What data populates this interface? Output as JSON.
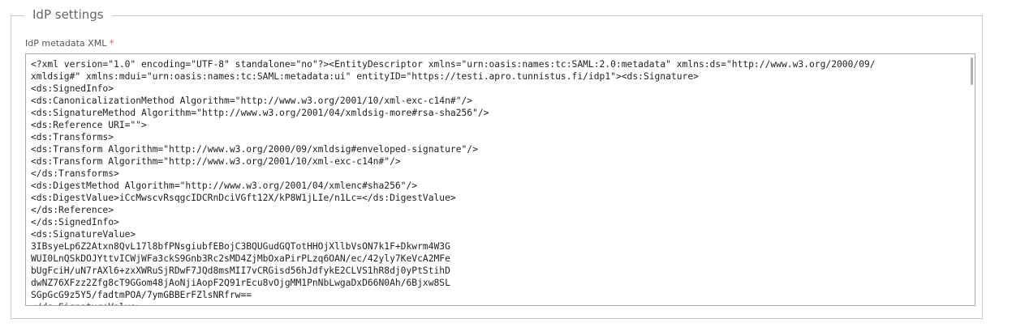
{
  "fieldset": {
    "legend": "IdP settings"
  },
  "metadata_field": {
    "label": "IdP metadata XML",
    "required_mark": "*",
    "lines": [
      "<?xml version=\"1.0\" encoding=\"UTF-8\" standalone=\"no\"?><EntityDescriptor xmlns=\"urn:oasis:names:tc:SAML:2.0:metadata\" xmlns:ds=\"http://www.w3.org/2000/09/",
      "xmldsig#\" xmlns:mdui=\"urn:oasis:names:tc:SAML:metadata:ui\" entityID=\"https://testi.apro.tunnistus.fi/idp1\"><ds:Signature>",
      "<ds:SignedInfo>",
      "<ds:CanonicalizationMethod Algorithm=\"http://www.w3.org/2001/10/xml-exc-c14n#\"/>",
      "<ds:SignatureMethod Algorithm=\"http://www.w3.org/2001/04/xmldsig-more#rsa-sha256\"/>",
      "<ds:Reference URI=\"\">",
      "<ds:Transforms>",
      "<ds:Transform Algorithm=\"http://www.w3.org/2000/09/xmldsig#enveloped-signature\"/>",
      "<ds:Transform Algorithm=\"http://www.w3.org/2001/10/xml-exc-c14n#\"/>",
      "</ds:Transforms>",
      "<ds:DigestMethod Algorithm=\"http://www.w3.org/2001/04/xmlenc#sha256\"/>",
      "<ds:DigestValue>iCcMwscvRsqgcIDCRnDciVGft12X/kP8W1jLIe/n1Lc=</ds:DigestValue>",
      "</ds:Reference>",
      "</ds:SignedInfo>",
      "<ds:SignatureValue>",
      "3IBsyeLp6Z2Atxn8QvL17l8bfPNsgiubfEBojC3BQUGudGQTotHHOjXllbVsON7k1F+Dkwrm4W3G",
      "WUI0LnQSkDOJYttvICWjWFa3ckS9Gnb3Rc2sMD4ZjMbOxaPirPLzq6OAN/ec/42yly7KeVcA2MFe",
      "bUgFciH/uN7rAXl6+zxXWRuSjRDwF7JQd8msMII7vCRGisd56hJdfykE2CLVS1hR8dj0yPtStihD",
      "dwNZ76XFzz2Zfg8cT9GGom48jAoNjiAopF2Q91rEcu8vOjgMM1PnNbLwgaDxD66N0Ah/6Bjxw8SL",
      "SGpGcG9z5Y5/fadtmPOA/7ymGBBErFZlsNRfrw==",
      "</ds:SignatureValue>"
    ]
  }
}
